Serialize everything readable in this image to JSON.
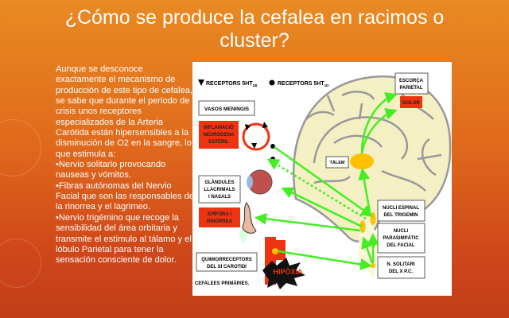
{
  "slide": {
    "title": "¿Cómo se produce la cefalea en racimos o cluster?",
    "body": "Aunque se desconoce exactamente el mecanismo de producción de este tipo de cefalea, se sabe que durante el periodo de crisis unos receptores especializados de la Arteria Carótida están hipersensibles a la disminución de O2 en la sangre, lo que estimula a:\n•Nervio solitario provocando nauseas y vómitos.\n•Fibras autónomas del Nervio Facial que son las responsables de la rinorrea y el lagrimeo.\n•Nervio trigémino que recoge la sensibilidad del área orbitaria y transmite el estímulo al tálamo y el lóbulo Parietal para tener la sensación consciente de dolor."
  },
  "figure": {
    "legend_1b": "RECEPTORS 5HT",
    "legend_1b_sub": "1B",
    "legend_1d": "RECEPTORS 5HT",
    "legend_1d_sub": "1D",
    "vasos": "VASOS MENINGIS",
    "inflamacio": [
      "INFLAMACIÓ",
      "NEURÒGENA",
      "ESTÈRIL"
    ],
    "glandules": [
      "GLÀNDULES",
      "LLACRIMALS",
      "I NASALS"
    ],
    "epifora": [
      "EPÍFORA I",
      "RINORREA"
    ],
    "quimio": [
      "QUIMIORRECEPTORS",
      "DEL SI CAROTIDI"
    ],
    "cefalees": "CEFALEES PRIMÀRIES.",
    "escorca": [
      "ESCORÇA",
      "PARIETAL"
    ],
    "dolor": "DOLOR",
    "talem": "TÀLEM",
    "nucli_espinal": [
      "NUCLI ESPINAL",
      "DEL TRIGEMIN"
    ],
    "nucli_parasimpatic": [
      "NUCLI",
      "PARASIMPÀTIC",
      "DEL FACIAL"
    ],
    "solitari": [
      "N. SOLITARI",
      "DEL X P.C."
    ],
    "hipoxia": "HIPÒXIA",
    "question": "?",
    "colors": {
      "arrow": "#44ee22",
      "red_box": "#ee3311",
      "nucleus": "#ffc000",
      "brain": "#f5efc4"
    }
  }
}
